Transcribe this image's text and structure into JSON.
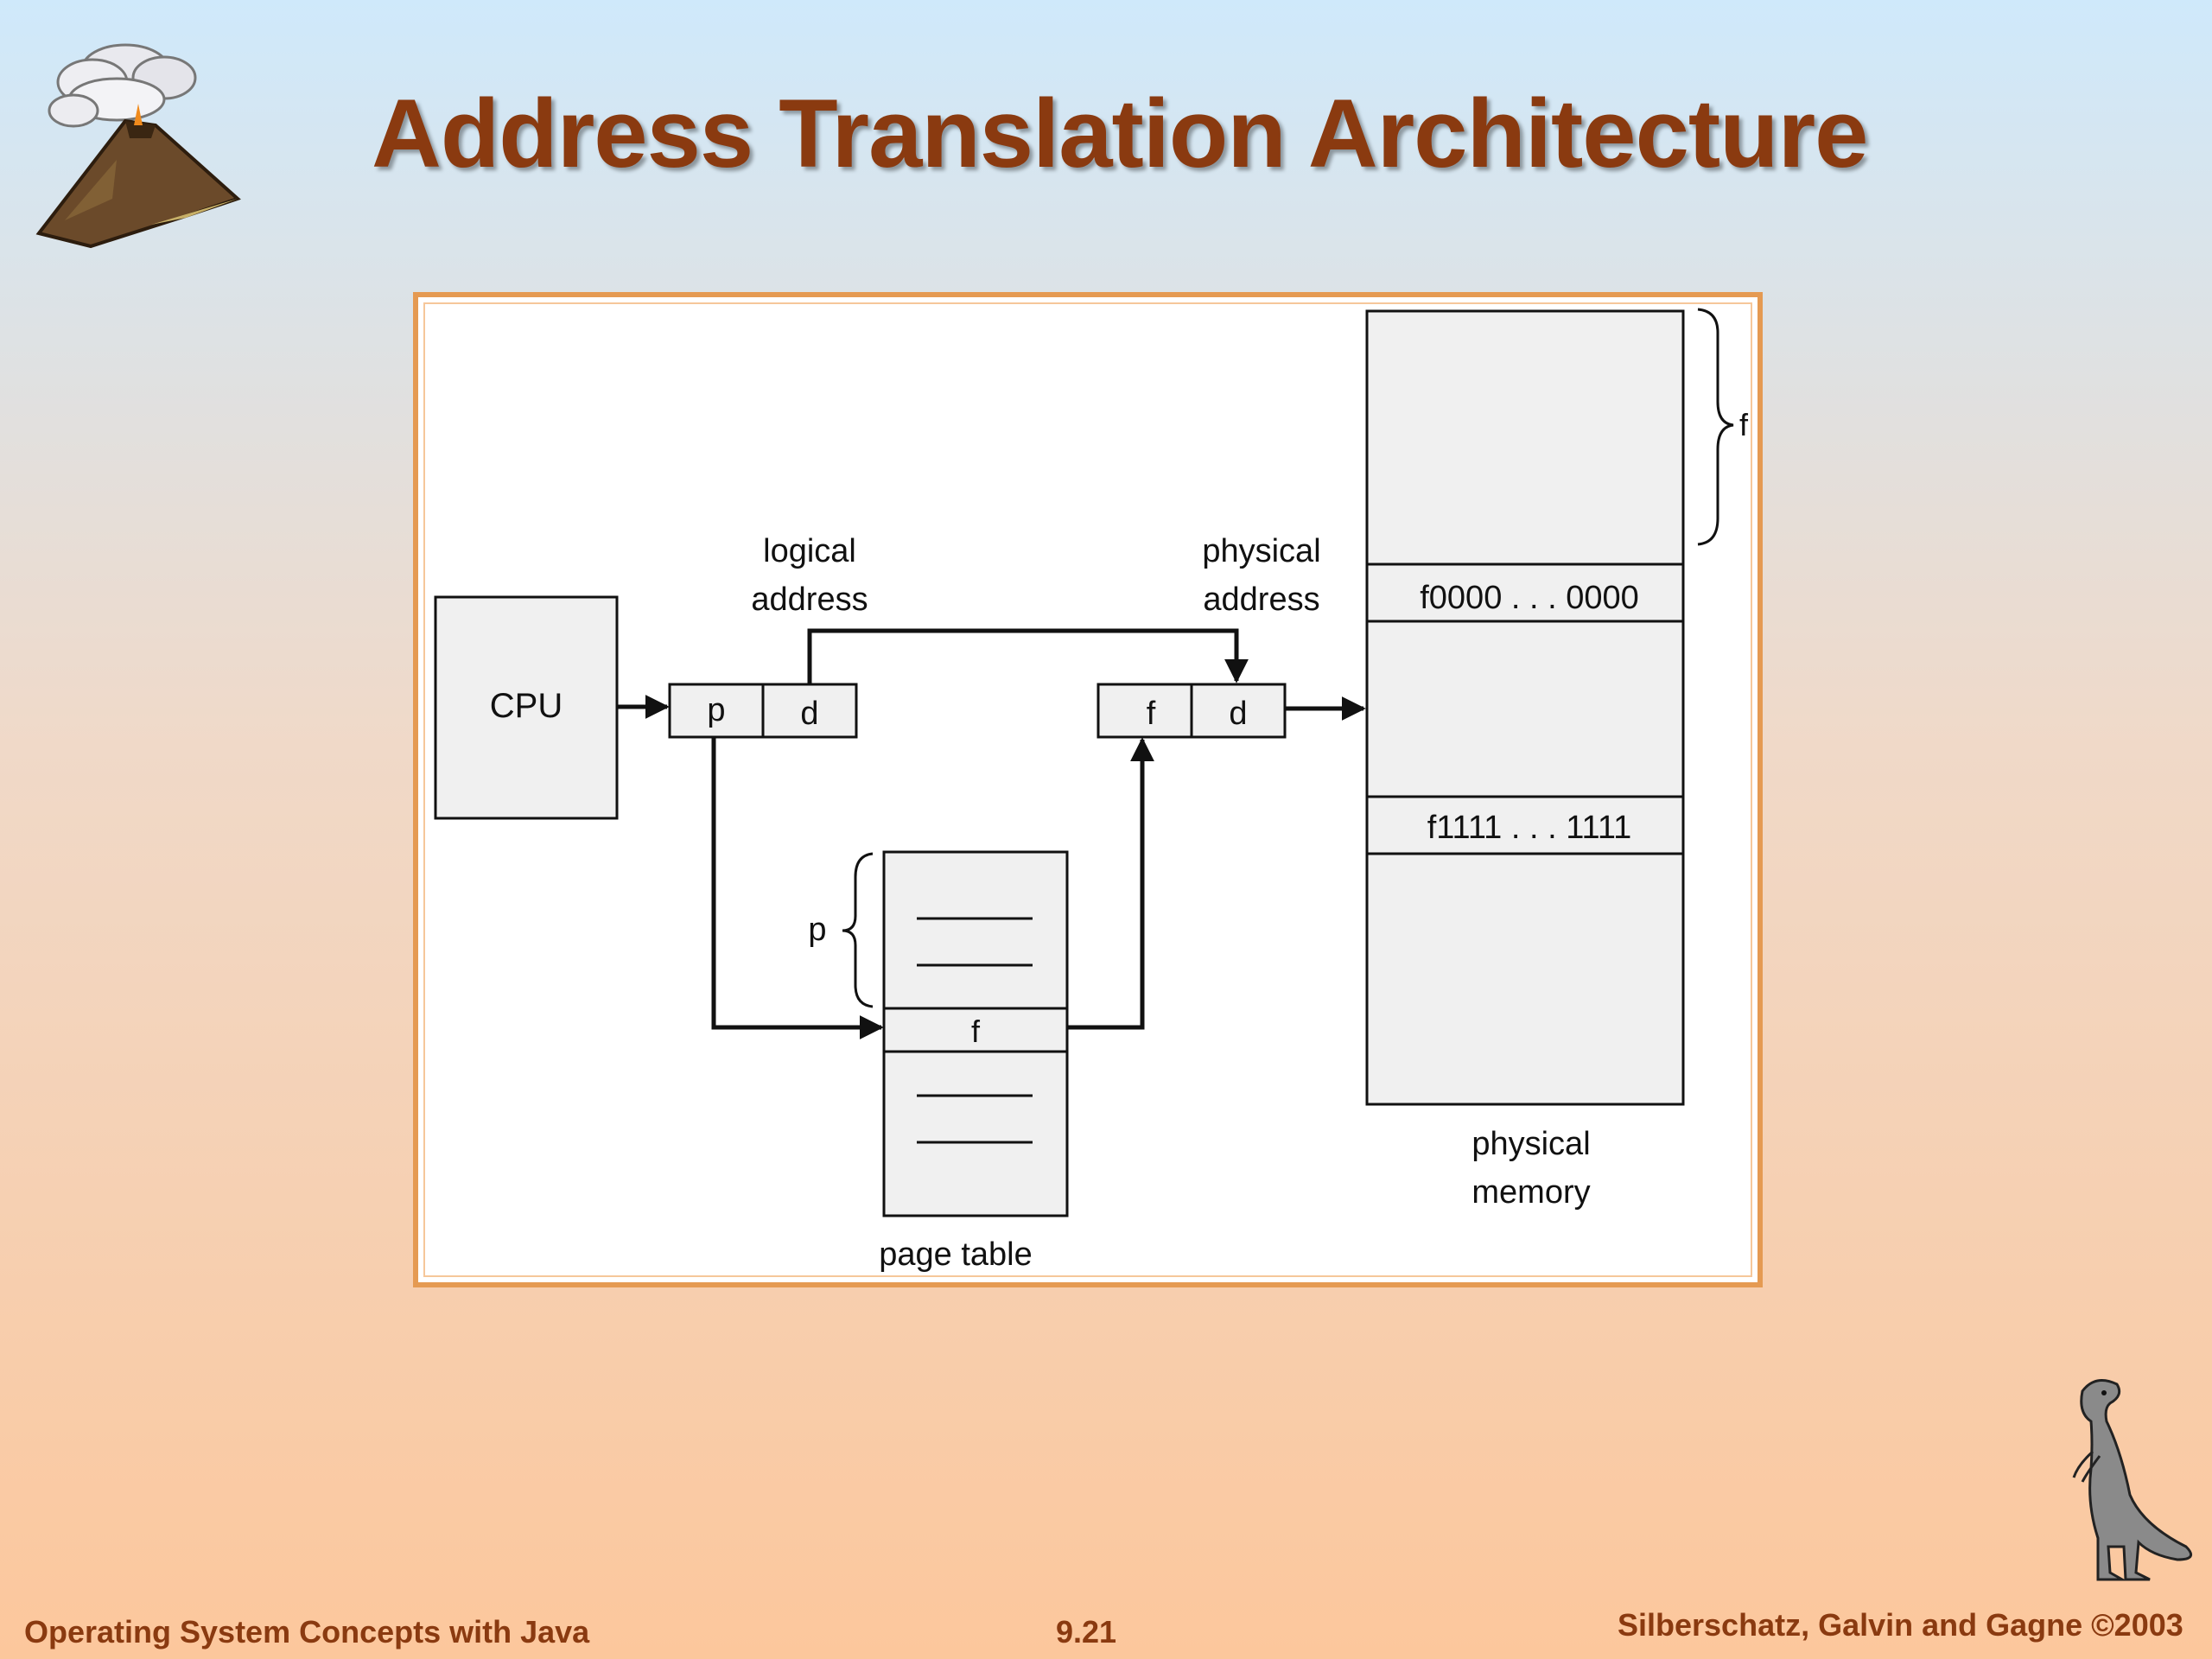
{
  "slide": {
    "title": "Address Translation Architecture",
    "footer_left": "Operating System Concepts with Java",
    "footer_center": "9.21",
    "footer_right": "Silberschatz, Galvin and Gagne ©2003"
  },
  "diagram": {
    "cpu_label": "CPU",
    "logical_address_label_1": "logical",
    "logical_address_label_2": "address",
    "physical_address_label_1": "physical",
    "physical_address_label_2": "address",
    "logical_p": "p",
    "logical_d": "d",
    "physical_f": "f",
    "physical_d": "d",
    "page_table_p_label": "p",
    "page_table_entry_f": "f",
    "page_table_label": "page table",
    "frame_start_label": "f0000 . . . 0000",
    "frame_end_label": "f1111 . . . 1111",
    "memory_f_label": "f",
    "physical_memory_label_1": "physical",
    "physical_memory_label_2": "memory"
  },
  "colors": {
    "title": "#8a3a10",
    "frame_border": "#e59a52",
    "box_fill": "#f0f0f0"
  },
  "icons": {
    "top_left": "volcano-icon",
    "bottom_right": "dinosaur-icon"
  }
}
